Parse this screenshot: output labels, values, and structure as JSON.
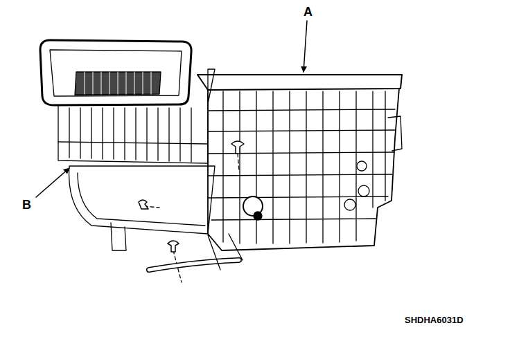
{
  "diagram": {
    "labels": [
      "A",
      "B",
      "SHDHA6031D"
    ]
  }
}
